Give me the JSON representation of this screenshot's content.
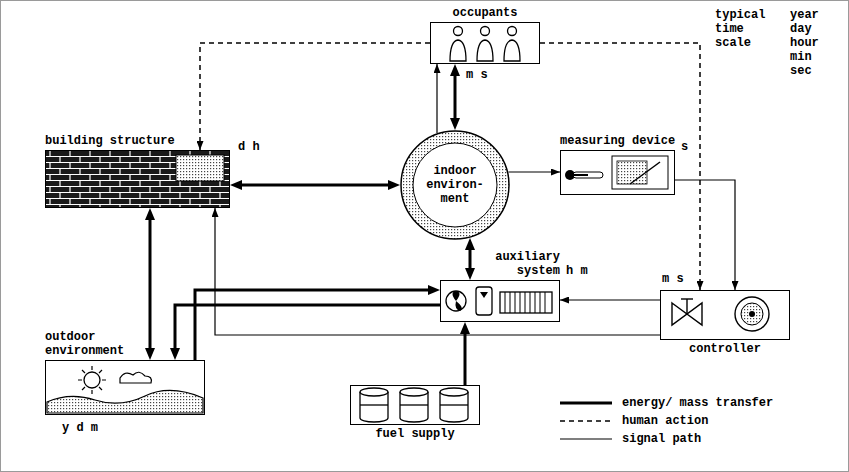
{
  "diagram": {
    "nodes": [
      {
        "text": [
          "occupants"
        ]
      },
      {
        "text": [
          "building structure"
        ]
      },
      {
        "text": [
          "indoor environ-ment"
        ]
      },
      {
        "text": [
          "measuring device"
        ]
      },
      {
        "text": [
          "auxiliary system"
        ]
      },
      {
        "text": [
          "controller"
        ]
      },
      {
        "text": [
          "outdoor environment"
        ]
      },
      {
        "text": [
          "fuel supply"
        ]
      }
    ],
    "edges": [
      {
        "from": 0,
        "to": 2,
        "arrow": "both"
      },
      {
        "from": 2,
        "to": 0,
        "arrow": "to"
      },
      {
        "from": 0,
        "to": 1,
        "arrow": "to"
      },
      {
        "from": 0,
        "to": 5,
        "arrow": "to"
      },
      {
        "from": 1,
        "to": 2,
        "arrow": "both"
      },
      {
        "from": 1,
        "to": 6,
        "arrow": "both"
      },
      {
        "from": 2,
        "to": 3,
        "arrow": "to"
      },
      {
        "from": 3,
        "to": 5,
        "arrow": "to"
      },
      {
        "from": 5,
        "to": 4,
        "arrow": "to"
      },
      {
        "from": 2,
        "to": 4,
        "arrow": "both"
      },
      {
        "from": 6,
        "to": 4,
        "arrow": "to"
      },
      {
        "from": 4,
        "to": 6,
        "arrow": "to"
      },
      {
        "from": 5,
        "to": 1,
        "arrow": "to"
      },
      {
        "from": 7,
        "to": 4,
        "arrow": "to"
      }
    ],
    "labels": [
      "typical time scale",
      "year",
      "day",
      "hour",
      "min",
      "sec",
      "m s",
      "d h",
      "s",
      "h m",
      "m s",
      "y d m"
    ],
    "legend": [
      {
        "text": "energy/ mass transfer"
      },
      {
        "text": "human action"
      },
      {
        "text": "signal path"
      }
    ]
  }
}
